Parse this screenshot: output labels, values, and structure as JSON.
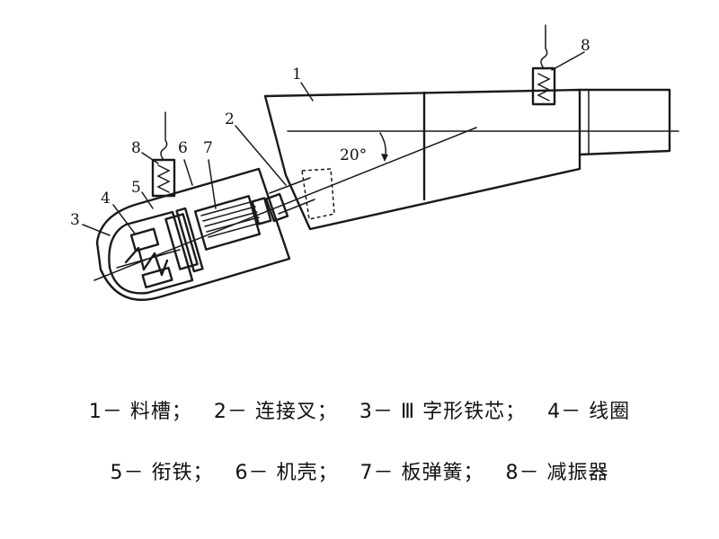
{
  "diagram": {
    "angle_label": "20°",
    "callouts": [
      {
        "id": "1",
        "label": "1"
      },
      {
        "id": "2",
        "label": "2"
      },
      {
        "id": "3",
        "label": "3"
      },
      {
        "id": "4",
        "label": "4"
      },
      {
        "id": "5",
        "label": "5"
      },
      {
        "id": "6",
        "label": "6"
      },
      {
        "id": "7",
        "label": "7"
      },
      {
        "id": "8a",
        "label": "8"
      },
      {
        "id": "8b",
        "label": "8"
      }
    ]
  },
  "legend": {
    "row1": [
      "1－ 料槽；",
      "2－ 连接叉；",
      "3－ Ⅲ 字形铁芯；",
      "4－ 线圈"
    ],
    "row2": [
      "5－ 衔铁；",
      "6－ 机壳；",
      "7－ 板弹簧；",
      "8－ 减振器"
    ]
  }
}
